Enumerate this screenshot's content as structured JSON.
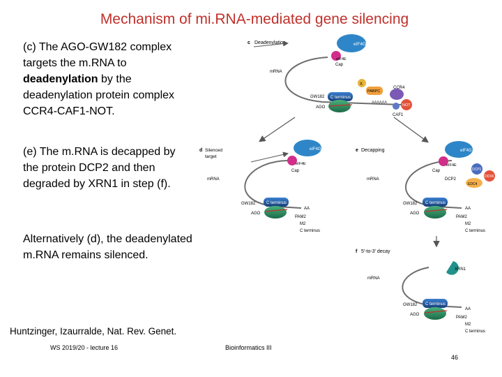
{
  "title": "Mechanism of mi.RNA-mediated gene silencing",
  "paragraphs": {
    "p1_before": "(c) The AGO-GW182 complex targets the m.RNA to ",
    "p1_bold": "deadenylation",
    "p1_after": " by the deadenylation protein complex CCR4-CAF1-NOT.",
    "p2": "(e) The m.RNA is decapped by the protein DCP2 and then degraded by XRN1 in step (f).",
    "p3": "Alternatively (d), the deadenylated m.RNA remains silenced."
  },
  "citation": "Huntzinger, Izaurralde, Nat. Rev. Genet.",
  "footer": {
    "left": "WS 2019/20 - lecture 16",
    "middle": "Bioinformatics III",
    "page": "46"
  },
  "figure": {
    "panel_c": {
      "letter": "c",
      "title": "Deadenylation"
    },
    "panel_d": {
      "letter": "d",
      "title1": "Silenced",
      "title2": "target"
    },
    "panel_e": {
      "letter": "e",
      "title": "Decapping"
    },
    "panel_f": {
      "letter": "f",
      "title": "5′-to-3′ decay"
    },
    "labels": {
      "eif4g": "eIF4G",
      "eif4e": "eIF4E",
      "eif4e_short": "eIF4E",
      "eif4g_short": "eIF4G",
      "cap": "Cap",
      "mrna": "mRNA",
      "gw182": "GW182",
      "c_terminus": "C terminus",
      "ago": "AGO",
      "x": "X",
      "pabpc": "PABPC",
      "ccr4": "CCR4",
      "not": "NOT",
      "caf1": "CAF1",
      "aaaaaa": "AAAAAA",
      "aa": "AA",
      "pam2": "PAM2",
      "m2": "M2",
      "dcp1": "DCP1",
      "dcp2": "DCP2",
      "edc4": "EDC4",
      "ddx6": "DDX6",
      "xrn1": "XRN1"
    },
    "colors": {
      "eif4g": "#2e86c8",
      "eif4e": "#d12e8a",
      "ago": "#2a8a60",
      "gw182": "#1e5aa0",
      "pabpc": "#f0a03c",
      "ccr4": "#7a5ab4",
      "not": "#e2533a",
      "x": "#e8b53a",
      "ddx6": "#4a6cc0",
      "edc4": "#f4b04c",
      "xrn1": "#21928c",
      "arrow": "#555555"
    }
  }
}
